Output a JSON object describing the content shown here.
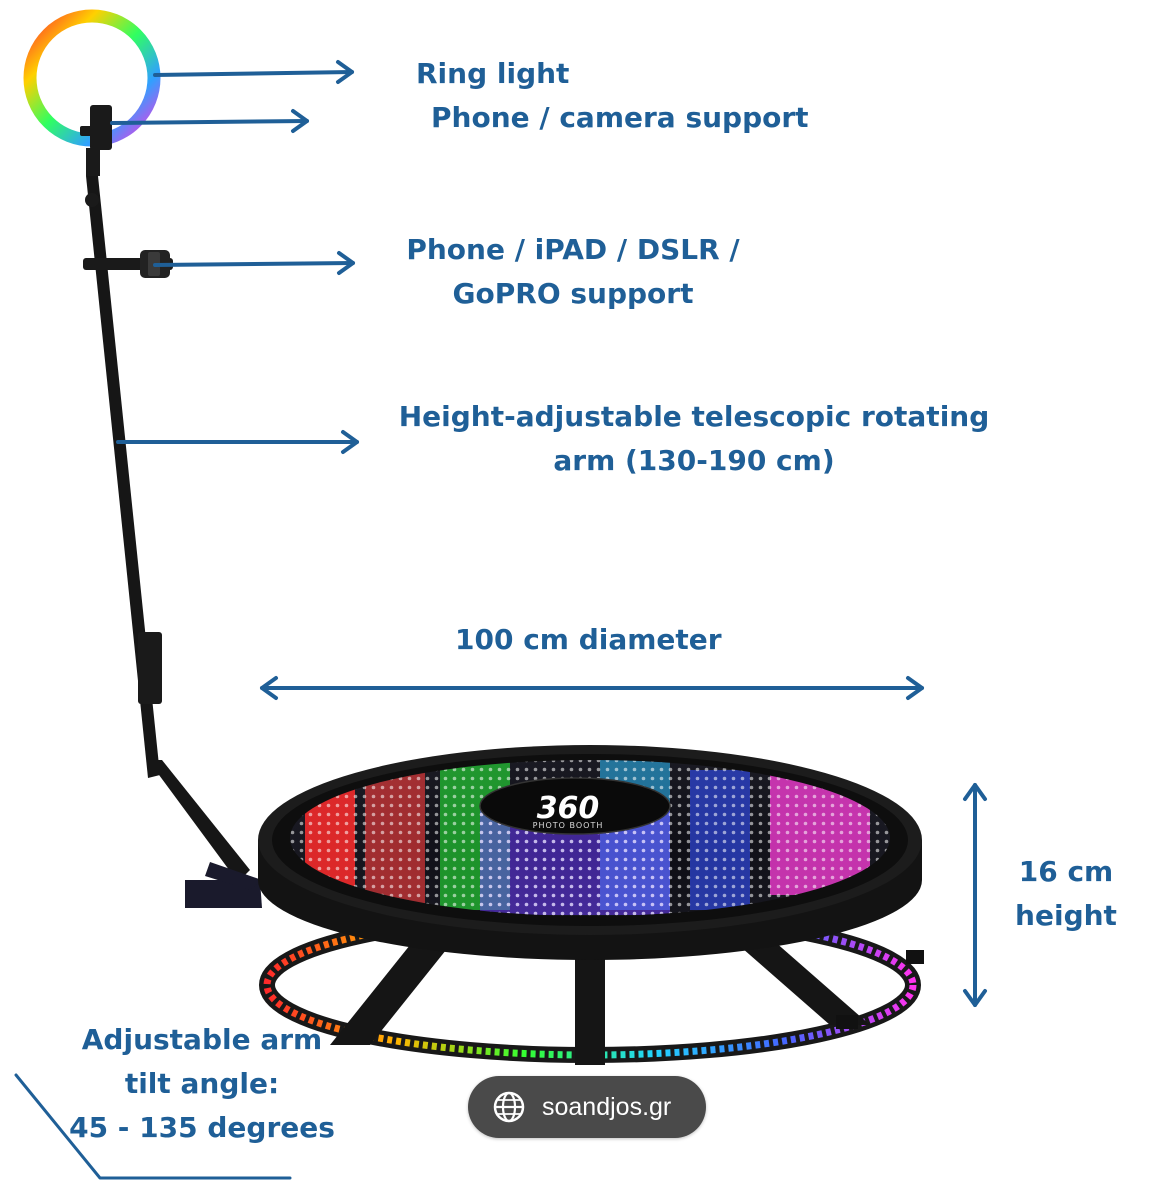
{
  "colors": {
    "label_text": "#1f5f97",
    "arrow": "#1f5f97",
    "frame": "#161616",
    "badge_bg": "#4a4a4a"
  },
  "labels": {
    "ring_light": "Ring light",
    "phone_camera_support": "Phone / camera support",
    "phone_ipad_line1": "Phone / iPAD / DSLR /",
    "phone_ipad_line2": "GoPRO support",
    "arm_line1": "Height-adjustable telescopic rotating",
    "arm_line2": "arm (130-190 cm)",
    "diameter": "100 cm diameter",
    "height_line1": "16 cm",
    "height_line2": "height",
    "tilt_line1": "Adjustable arm",
    "tilt_line2": "tilt angle:",
    "tilt_line3": "45 - 135 degrees"
  },
  "platform_logo": {
    "text": "360",
    "subtext": "PHOTO BOOTH"
  },
  "source_badge": {
    "icon": "globe-icon",
    "domain": "soandjos.gr"
  }
}
